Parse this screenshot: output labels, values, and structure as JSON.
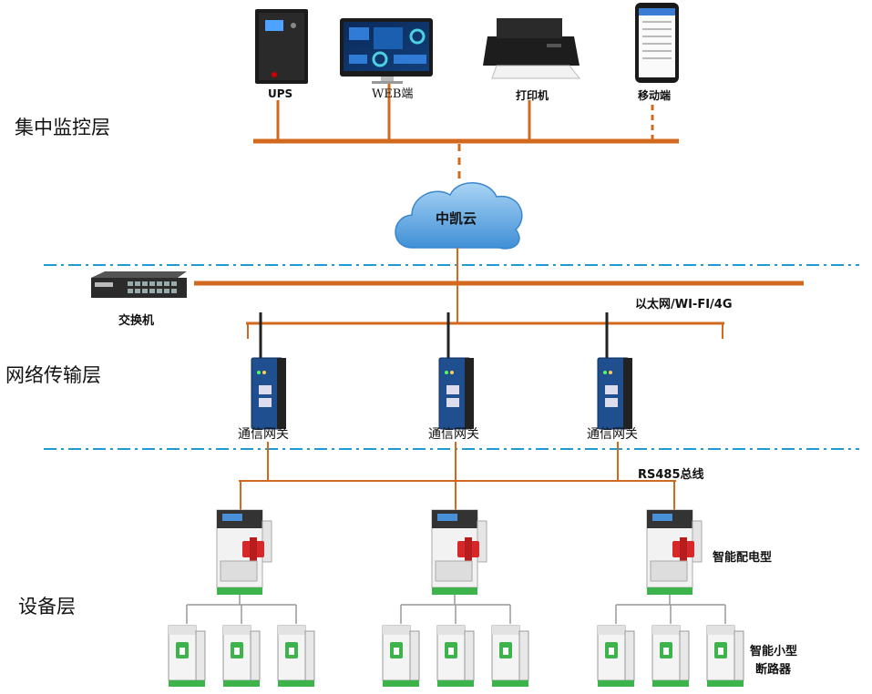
{
  "layers": {
    "monitor": "集中监控层",
    "network": "网络传输层",
    "device": "设备层"
  },
  "devices": {
    "ups": "UPS",
    "web": "WEB端",
    "printer": "打印机",
    "mobile": "移动端",
    "cloud": "中凯云",
    "switch": "交换机",
    "ethernet": "以太网/WI-FI/4G",
    "gateway": "通信网关",
    "rs485": "RS485总线",
    "distribution": "智能配电型",
    "breaker_line1": "智能小型",
    "breaker_line2": "断路器"
  },
  "colors": {
    "bus": "#d2691e",
    "dashed_divider": "#1e9bd7",
    "cloud": "#5aa9e6",
    "gateway": "#1f4f8f",
    "breaker_green": "#3cb44b"
  }
}
